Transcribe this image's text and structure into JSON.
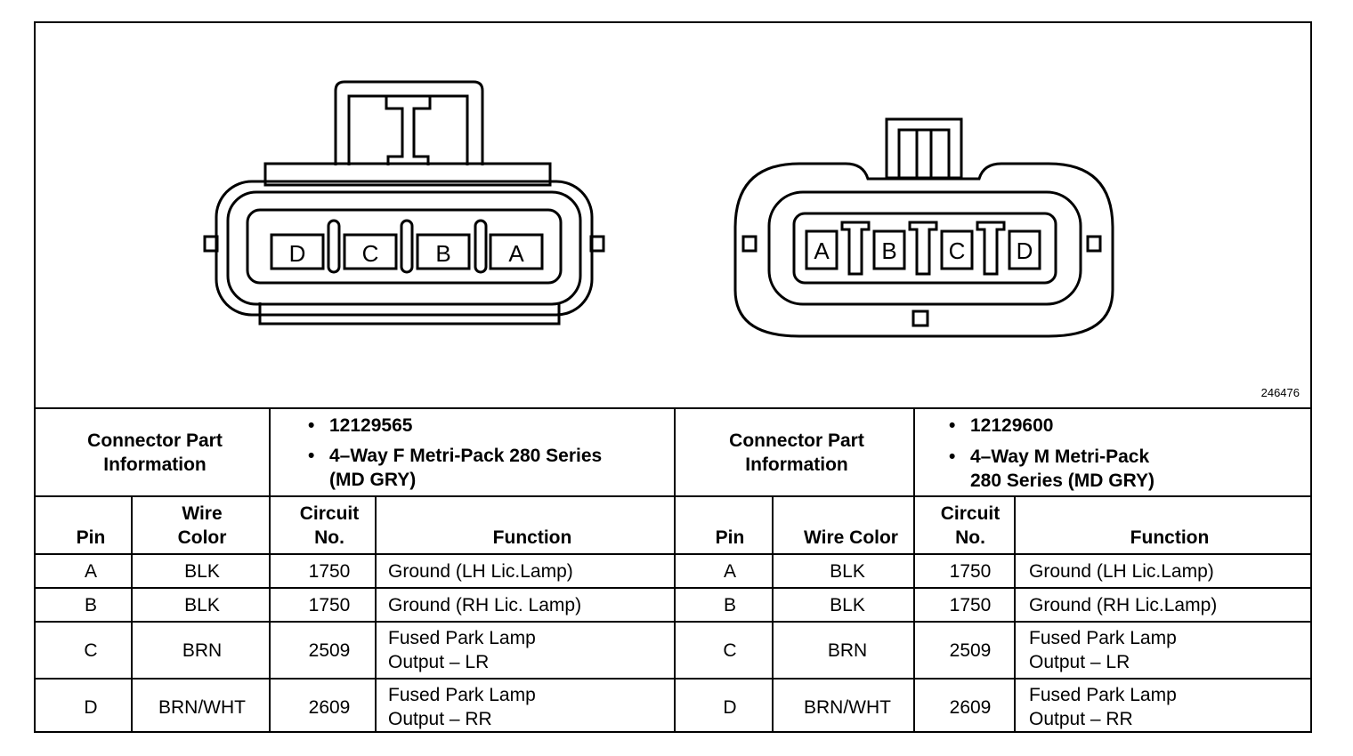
{
  "figure_id": "246476",
  "connectors": [
    {
      "pin_labels": [
        "D",
        "C",
        "B",
        "A"
      ],
      "header_label": [
        "Connector Part",
        "Information"
      ],
      "part_info": [
        "12129565",
        "4–Way F Metri-Pack 280 Series",
        "(MD GRY)"
      ],
      "bullet": "•",
      "columns": {
        "pin": "Pin",
        "wire": [
          "Wire",
          "Color"
        ],
        "circuit": [
          "Circuit",
          "No."
        ],
        "function": "Function"
      },
      "rows": [
        {
          "pin": "A",
          "wire": "BLK",
          "circuit": "1750",
          "function": [
            "Ground (LH Lic.Lamp)"
          ]
        },
        {
          "pin": "B",
          "wire": "BLK",
          "circuit": "1750",
          "function": [
            "Ground (RH Lic. Lamp)"
          ]
        },
        {
          "pin": "C",
          "wire": "BRN",
          "circuit": "2509",
          "function": [
            "Fused Park Lamp",
            "Output – LR"
          ]
        },
        {
          "pin": "D",
          "wire": "BRN/WHT",
          "circuit": "2609",
          "function": [
            "Fused Park Lamp",
            "Output – RR"
          ]
        }
      ]
    },
    {
      "pin_labels": [
        "A",
        "B",
        "C",
        "D"
      ],
      "header_label": [
        "Connector Part",
        "Information"
      ],
      "part_info": [
        "12129600",
        "4–Way M Metri-Pack",
        "280 Series (MD GRY)"
      ],
      "bullet": "•",
      "columns": {
        "pin": "Pin",
        "wire": "Wire Color",
        "circuit": [
          "Circuit",
          "No."
        ],
        "function": "Function"
      },
      "rows": [
        {
          "pin": "A",
          "wire": "BLK",
          "circuit": "1750",
          "function": [
            "Ground (LH Lic.Lamp)"
          ]
        },
        {
          "pin": "B",
          "wire": "BLK",
          "circuit": "1750",
          "function": [
            "Ground (RH Lic.Lamp)"
          ]
        },
        {
          "pin": "C",
          "wire": "BRN",
          "circuit": "2509",
          "function": [
            "Fused Park Lamp",
            "Output – LR"
          ]
        },
        {
          "pin": "D",
          "wire": "BRN/WHT",
          "circuit": "2609",
          "function": [
            "Fused Park Lamp",
            "Output – RR"
          ]
        }
      ]
    }
  ]
}
